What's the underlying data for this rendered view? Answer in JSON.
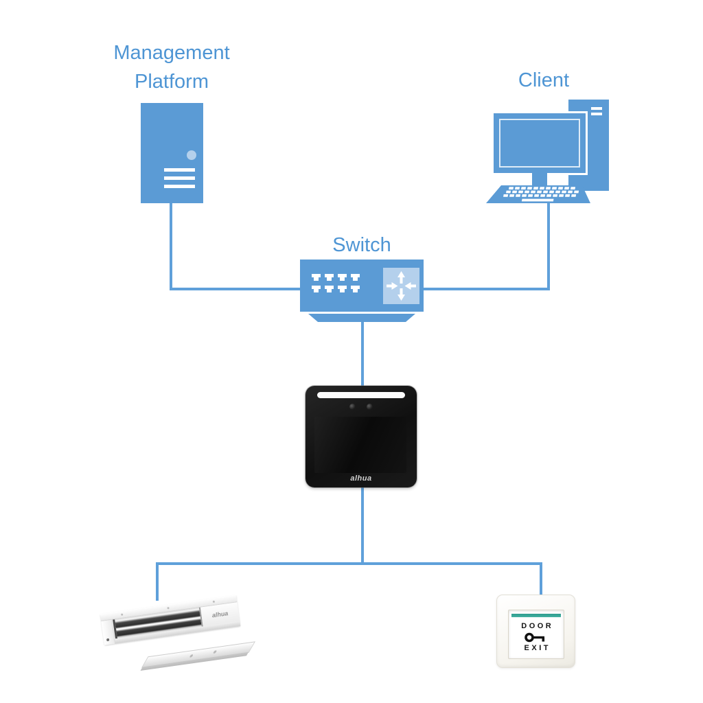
{
  "colors": {
    "accent": "#5B9BD5",
    "accent_light": "#B4D0EC",
    "line": "#5FA0DA",
    "label_text": "#4E95D4",
    "teal_stripe": "#2E9C8E"
  },
  "labels": {
    "management_platform_line1": "Management",
    "management_platform_line2": "Platform",
    "client": "Client",
    "switch": "Switch"
  },
  "devices": {
    "access_terminal": {
      "brand_logo": "alhua"
    },
    "magnetic_lock": {
      "brand_logo": "alhua"
    },
    "exit_button": {
      "line1": "DOOR",
      "line2": "EXIT"
    }
  }
}
